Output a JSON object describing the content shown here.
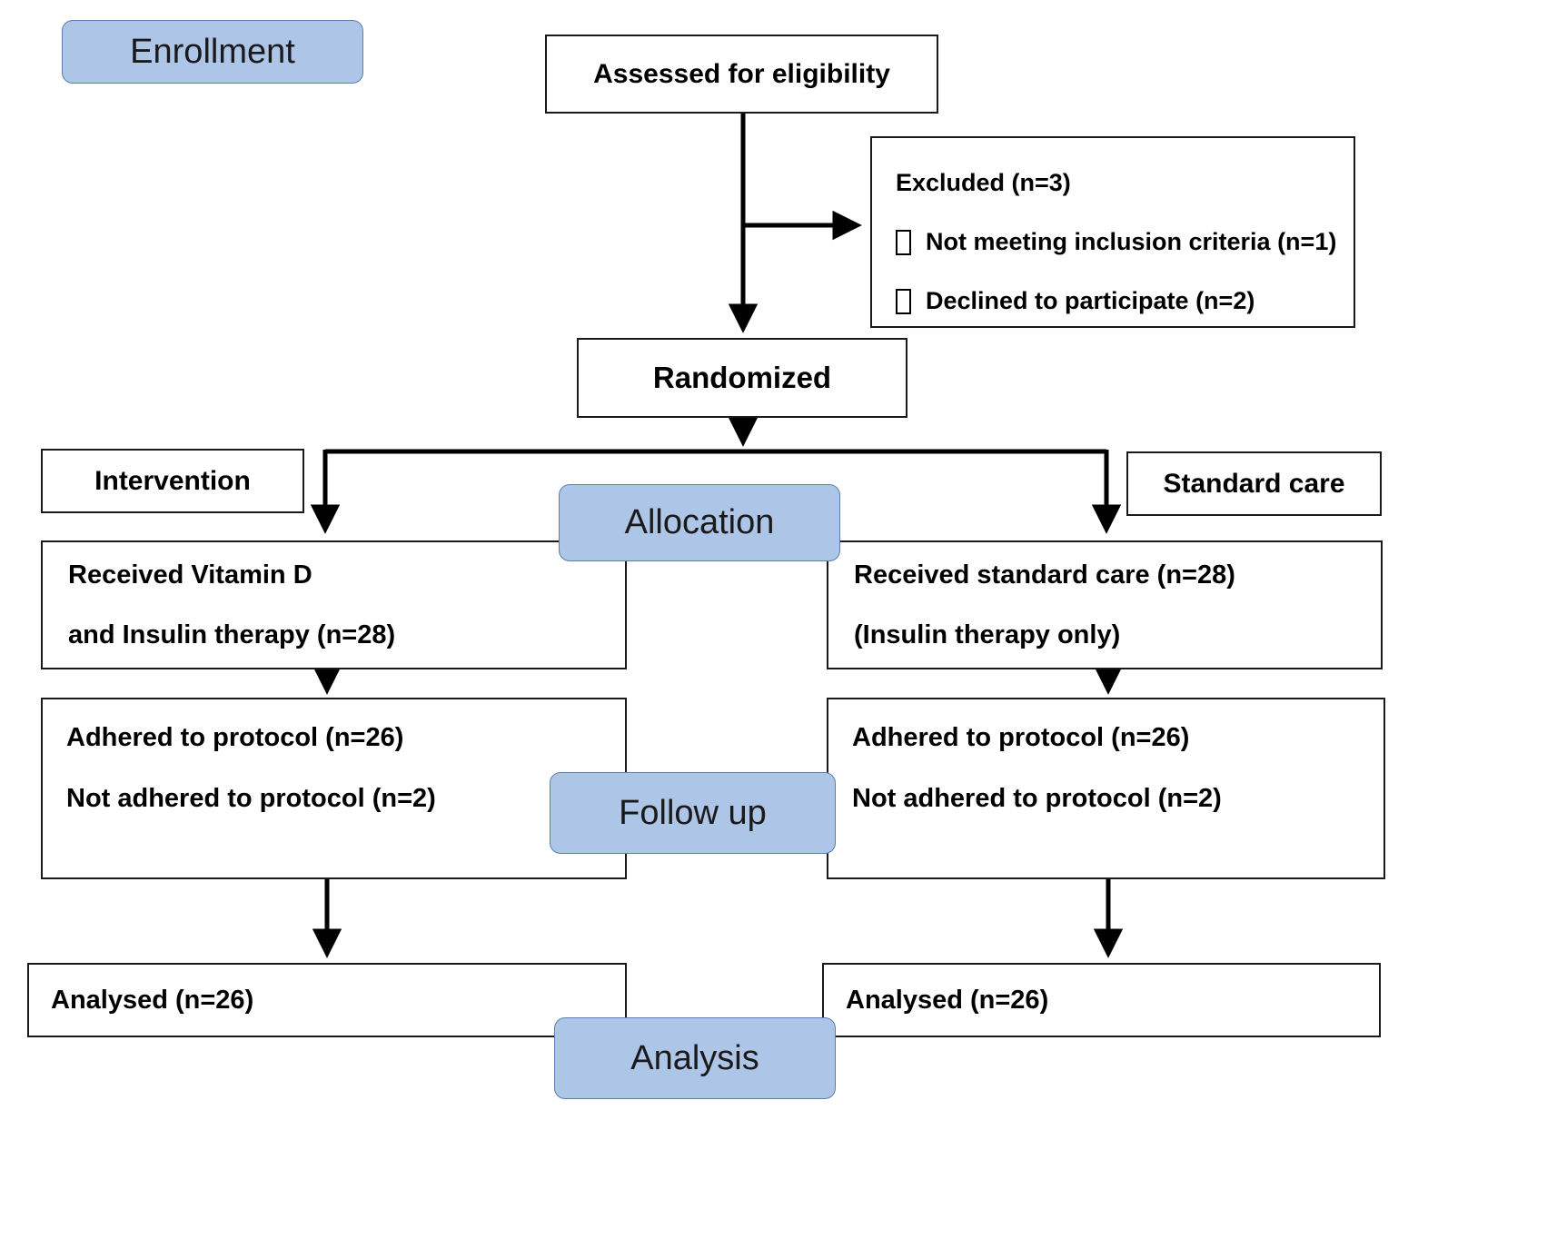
{
  "stages": {
    "enrollment": "Enrollment",
    "allocation": "Allocation",
    "follow_up": "Follow up",
    "analysis": "Analysis"
  },
  "enrollment_flow": {
    "assessed": "Assessed for eligibility",
    "excluded_title": "Excluded (n=3)",
    "excluded_items": [
      "Not meeting inclusion criteria (n=1)",
      "Declined to participate (n=2)"
    ],
    "randomized": "Randomized"
  },
  "arm_labels": {
    "left": "Intervention",
    "right": "Standard care"
  },
  "allocation_row": {
    "left_lines": [
      "Received Vitamin D",
      "and Insulin therapy (n=28)"
    ],
    "right_lines": [
      "Received standard care (n=28)",
      "(Insulin therapy only)"
    ]
  },
  "followup_row": {
    "left_lines": [
      "Adhered to protocol (n=26)",
      "Not adhered to protocol (n=2)"
    ],
    "right_lines": [
      "Adhered to protocol (n=26)",
      "Not adhered to protocol (n=2)"
    ]
  },
  "analysis_row": {
    "left": "Analysed (n=26)",
    "right": "Analysed (n=26)"
  },
  "colors": {
    "stage_fill": "#adc5e7",
    "stage_border": "#5b7fae",
    "box_border": "#1a1a1a",
    "arrow": "#000000"
  }
}
